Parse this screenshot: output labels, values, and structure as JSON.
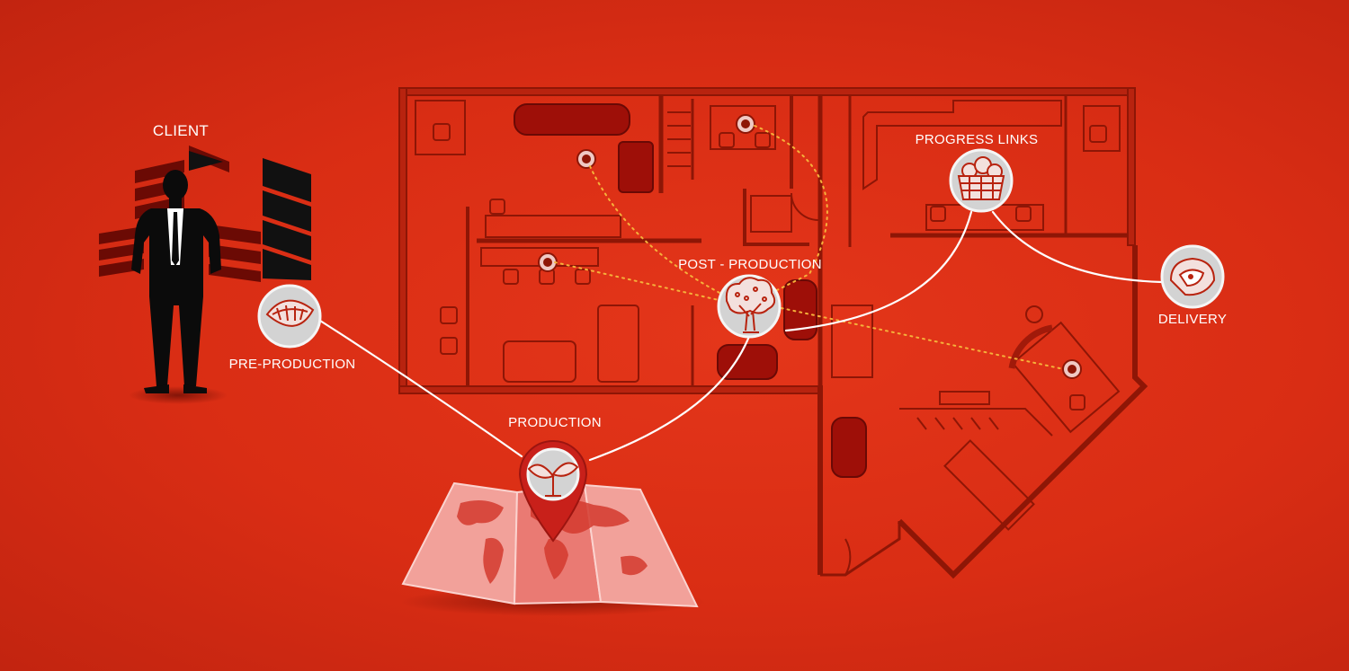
{
  "labels": {
    "client": "CLIENT",
    "pre_production": "PRE-PRODUCTION",
    "production": "PRODUCTION",
    "post_production": "POST - PRODUCTION",
    "progress_links": "PROGRESS LINKS",
    "delivery": "DELIVERY"
  },
  "icons": {
    "pre_production": "seed-icon",
    "production": "sprout-icon",
    "post_production": "tree-icon",
    "progress_links": "fruit-basket-icon",
    "delivery": "sliced-fruit-icon"
  },
  "colors": {
    "background": "#d92d14",
    "floorplan_line": "#8e1606",
    "furniture": "#9e0f08",
    "icon_circle": "#d3d3d3",
    "connector": "#ffffff",
    "dotted_link": "#f5b13a"
  }
}
